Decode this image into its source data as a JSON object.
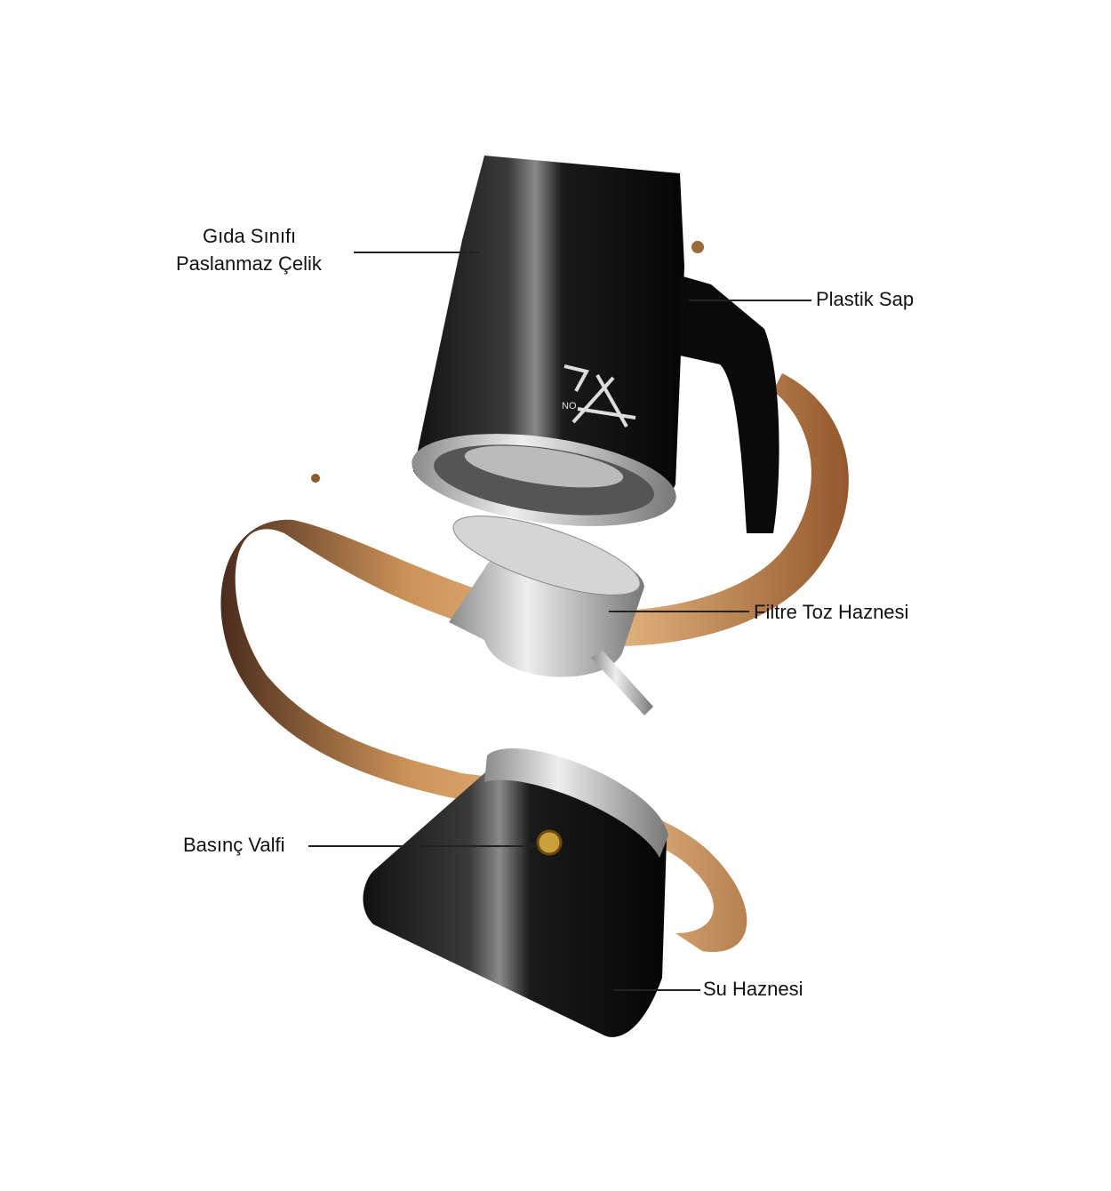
{
  "labels": {
    "material_line1": "Gıda Sınıfı",
    "material_line2": "Paslanmaz Çelik",
    "handle": "Plastik Sap",
    "filter": "Filtre Toz Haznesi",
    "valve": "Basınç Valfi",
    "water": "Su Haznesi"
  },
  "logo_text": "NO",
  "colors": {
    "body": "#0d0d0d",
    "steel": "#c8c8c8",
    "coffee": "#b8763a",
    "valve": "#c9a03c"
  }
}
